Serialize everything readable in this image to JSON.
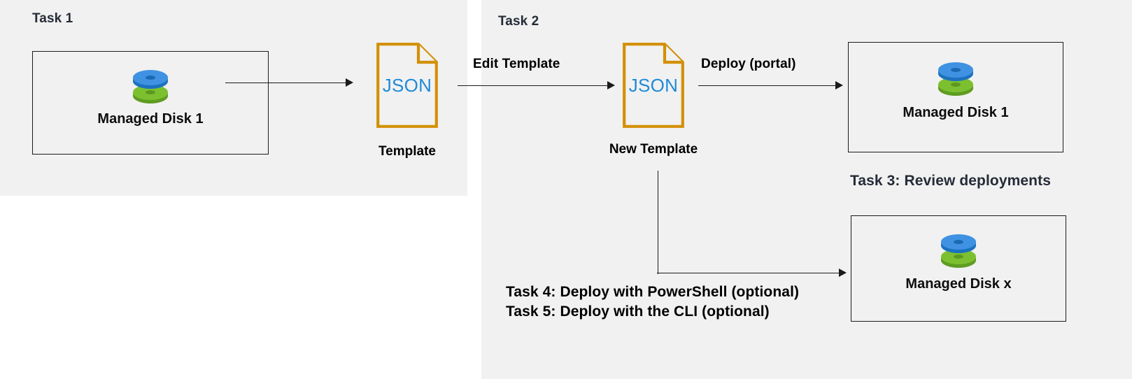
{
  "diagram": {
    "title_task1": "Task 1",
    "title_task2": "Task 2",
    "task3_label": "Task 3: Review deployments",
    "task4_label": "Task 4: Deploy with PowerShell (optional)",
    "task5_label": "Task 5: Deploy with the CLI (optional)",
    "edit_template_label": "Edit Template",
    "deploy_portal_label": "Deploy (portal)",
    "template_caption": "Template",
    "new_template_caption": "New Template",
    "json_label_1": "JSON",
    "json_label_2": "JSON",
    "disk_1_label": "Managed Disk 1",
    "disk_2_label": "Managed Disk 1",
    "disk_x_label": "Managed Disk x"
  },
  "colors": {
    "panel_background": "#f1f1f1",
    "page_background": "#ffffff",
    "heading_text": "#252b37",
    "body_text": "#000000",
    "box_border": "#1b1b1b",
    "json_border": "#d39007",
    "json_text": "#1e8bd8",
    "disk_top": "#3b90e0",
    "disk_bottom": "#72b430",
    "connector": "#1b1b1b"
  },
  "icons": {
    "disk_icon": "managed-disk-icon",
    "json_icon": "json-file-icon",
    "arrow": "arrow-right-icon"
  }
}
